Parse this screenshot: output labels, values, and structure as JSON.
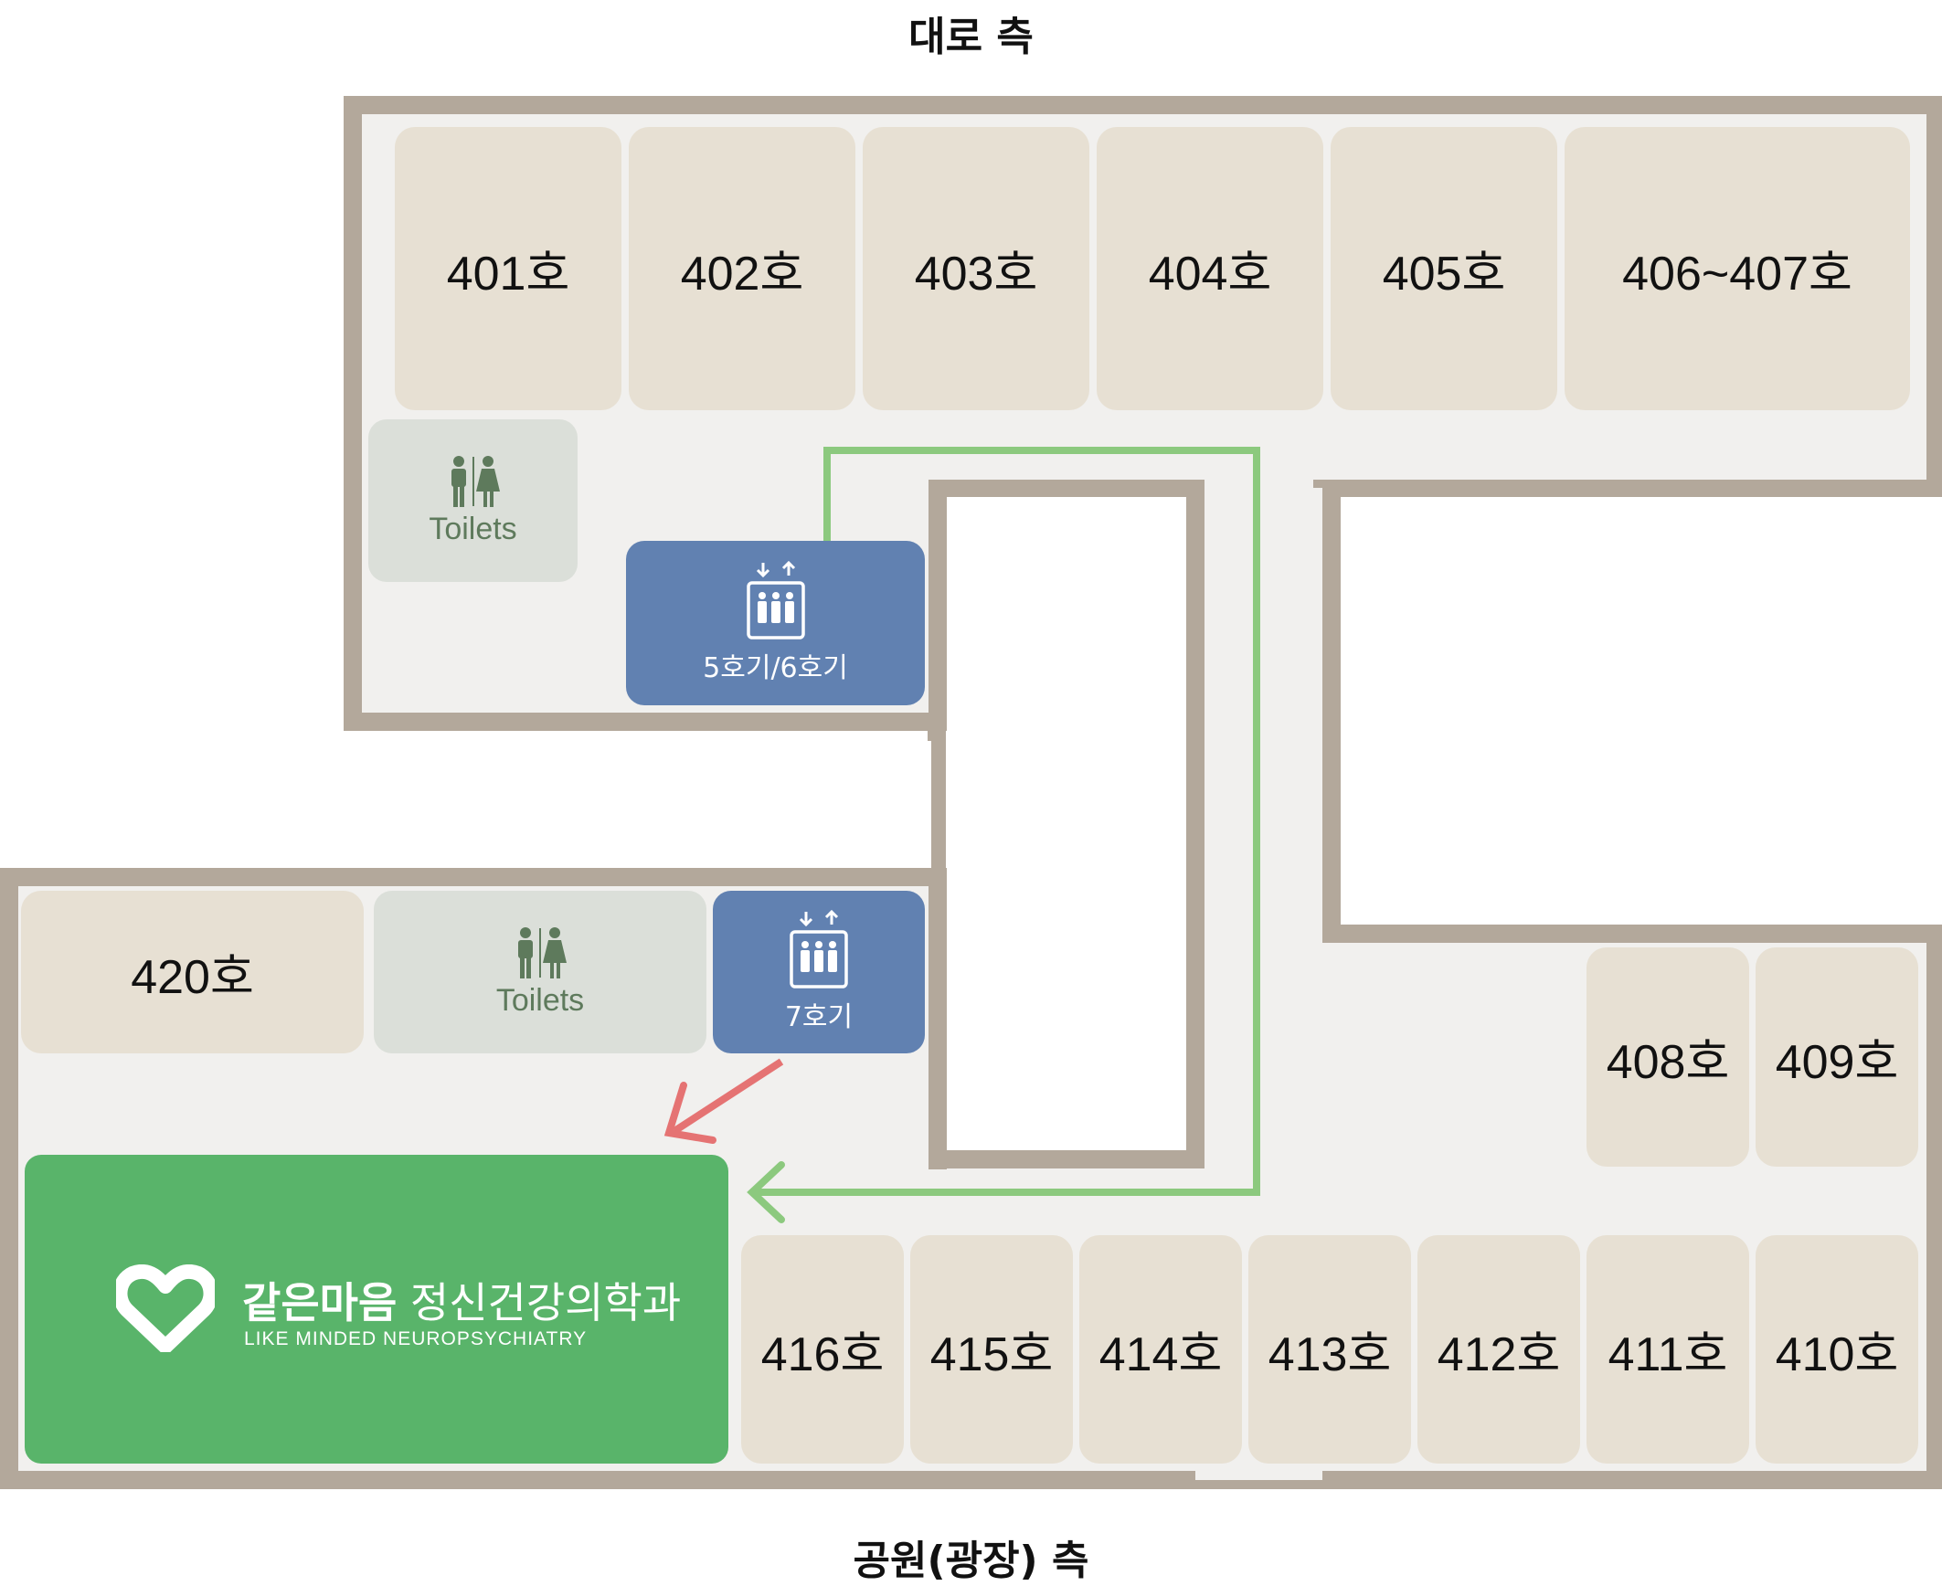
{
  "captions": {
    "top": "대로 측",
    "bottom": "공원(광장) 측"
  },
  "rooms": {
    "r401": "401호",
    "r402": "402호",
    "r403": "403호",
    "r404": "404호",
    "r405": "405호",
    "r406": "406~407호",
    "r408": "408호",
    "r409": "409호",
    "r410": "410호",
    "r411": "411호",
    "r412": "412호",
    "r413": "413호",
    "r414": "414호",
    "r415": "415호",
    "r416": "416호",
    "r420": "420호"
  },
  "toilets": {
    "upper": "Toilets",
    "lower": "Toilets"
  },
  "elevators": {
    "upper": "5호기/6호기",
    "lower": "7호기"
  },
  "clinic": {
    "name_bold": "같은마음",
    "name_rest": "정신건강의학과",
    "english": "LIKE MINDED NEUROPSYCHIATRY"
  },
  "colors": {
    "wall": "#b3a89b",
    "floor": "#f1f0ee",
    "room": "#e7e0d3",
    "toilet": "#dbdfd9",
    "elevator": "#6181b1",
    "clinic": "#59b46a",
    "route_green": "#8cc97e",
    "route_red": "#e57373"
  },
  "icons": {
    "toilet": "toilet-people-icon",
    "elevator": "elevator-icon",
    "logo": "heart-logo-icon"
  }
}
